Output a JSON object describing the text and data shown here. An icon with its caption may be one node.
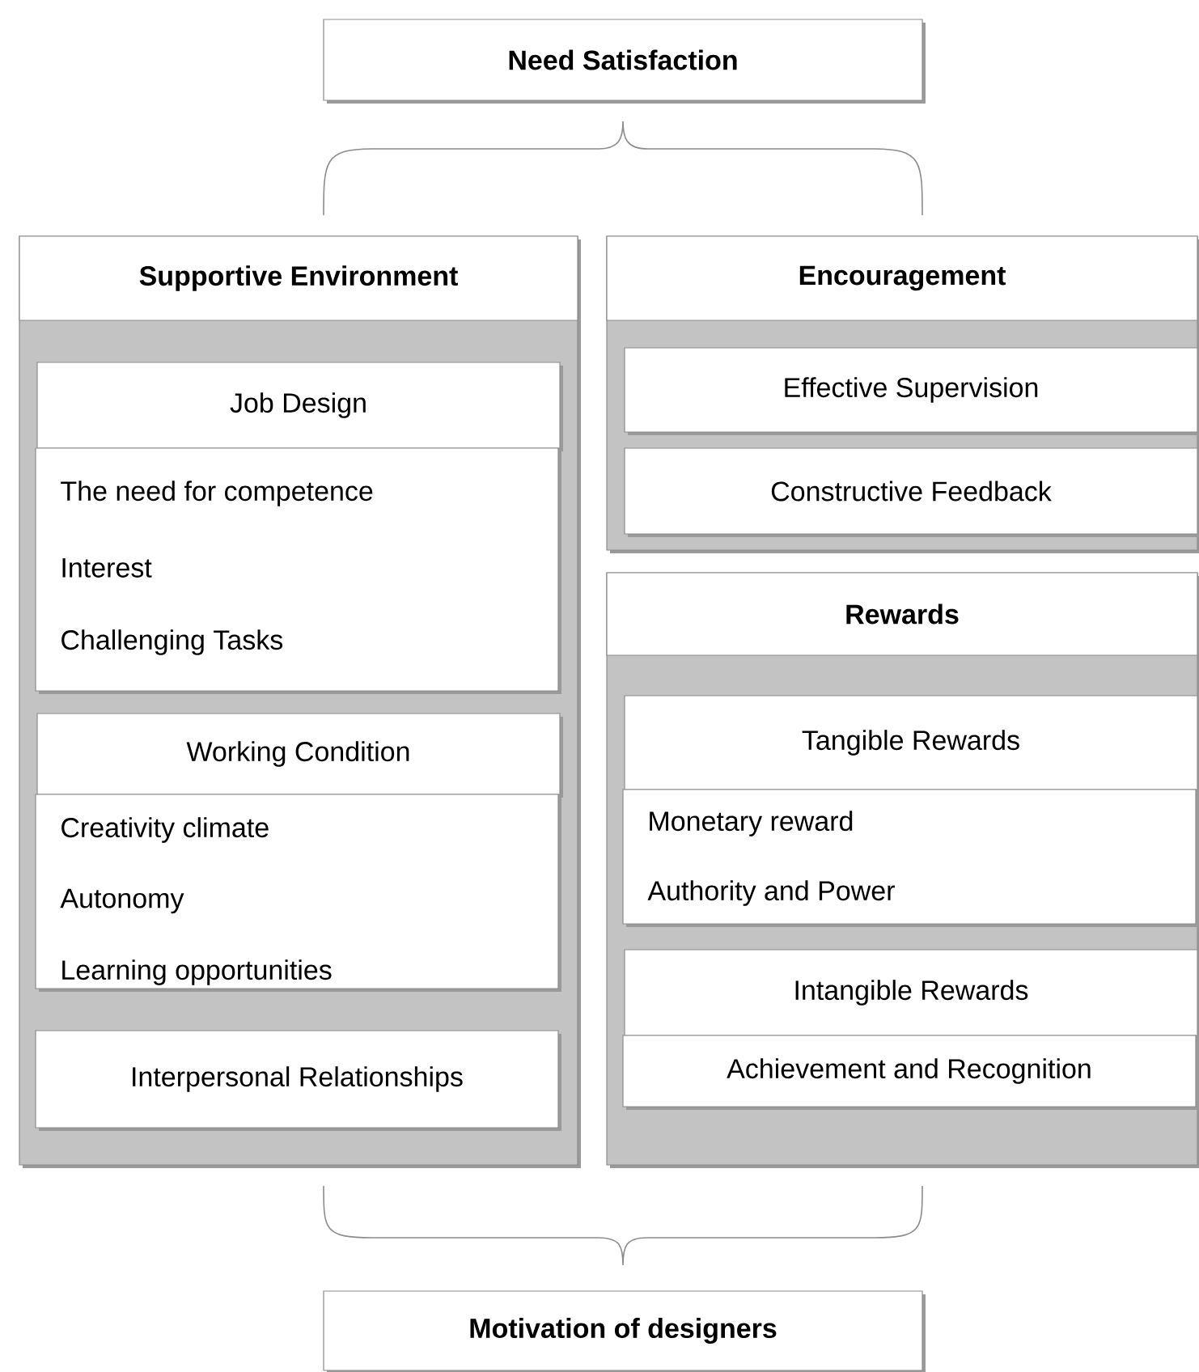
{
  "diagram": {
    "nodes": [
      {
        "text": [
          "Need Satisfaction"
        ]
      },
      {
        "text": [],
        "shape": "box"
      },
      {
        "text": [
          "Supportive  Environment"
        ],
        "in": 1
      },
      {
        "text": [
          "Job Design"
        ],
        "in": 1
      },
      {
        "text": [
          "The need for competence",
          "Interest",
          "Challenging Tasks"
        ],
        "in": 1
      },
      {
        "text": [
          "Working Condition"
        ],
        "in": 1
      },
      {
        "text": [
          "Creativity climate",
          "Autonomy",
          "Learning opportunities"
        ],
        "in": 1
      },
      {
        "text": [
          "Interpersonal Relationships"
        ],
        "in": 1
      },
      {
        "text": [],
        "shape": "box"
      },
      {
        "text": [
          "Encouragement"
        ],
        "in": 8
      },
      {
        "text": [
          "Effective Supervision"
        ],
        "in": 8
      },
      {
        "text": [
          "Constructive Feedback"
        ],
        "in": 8
      },
      {
        "text": [],
        "shape": "box"
      },
      {
        "text": [
          "Rewards"
        ],
        "in": 12
      },
      {
        "text": [
          "Tangible Rewards"
        ],
        "in": 12
      },
      {
        "text": [
          "Monetary reward",
          "Authority and Power"
        ],
        "in": 12
      },
      {
        "text": [
          "Intangible Rewards"
        ],
        "in": 12
      },
      {
        "text": [
          "Achievement and Recognition"
        ],
        "in": 12
      },
      {
        "text": [
          "Motivation of designers"
        ]
      }
    ]
  }
}
